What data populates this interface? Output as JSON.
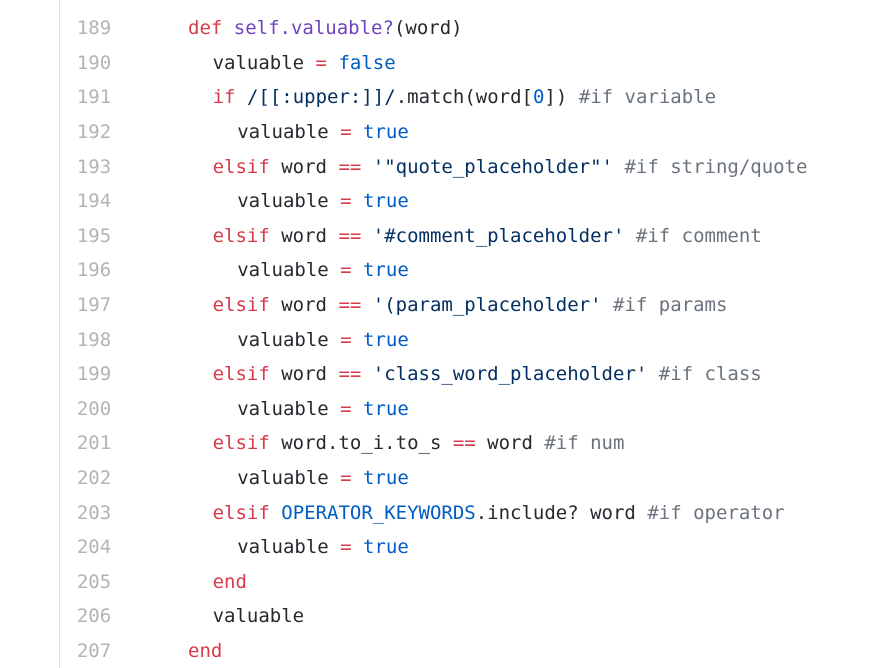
{
  "top_fragment": "───",
  "lines": [
    {
      "number": "189",
      "indent": 0,
      "tokens": [
        {
          "t": "def",
          "c": "kw"
        },
        {
          "t": " ",
          "c": "plain"
        },
        {
          "t": "self.valuable?",
          "c": "fn"
        },
        {
          "t": "(word)",
          "c": "plain"
        }
      ]
    },
    {
      "number": "190",
      "indent": 1,
      "tokens": [
        {
          "t": "valuable ",
          "c": "plain"
        },
        {
          "t": "=",
          "c": "op"
        },
        {
          "t": " ",
          "c": "plain"
        },
        {
          "t": "false",
          "c": "const"
        }
      ]
    },
    {
      "number": "191",
      "indent": 1,
      "tokens": [
        {
          "t": "if",
          "c": "kw"
        },
        {
          "t": " ",
          "c": "plain"
        },
        {
          "t": "/",
          "c": "str"
        },
        {
          "t": "[[:upper:]]",
          "c": "str"
        },
        {
          "t": "/",
          "c": "str"
        },
        {
          "t": ".match(word[",
          "c": "plain"
        },
        {
          "t": "0",
          "c": "const"
        },
        {
          "t": "]) ",
          "c": "plain"
        },
        {
          "t": "#if variable",
          "c": "cmt"
        }
      ]
    },
    {
      "number": "192",
      "indent": 2,
      "tokens": [
        {
          "t": "valuable ",
          "c": "plain"
        },
        {
          "t": "=",
          "c": "op"
        },
        {
          "t": " ",
          "c": "plain"
        },
        {
          "t": "true",
          "c": "const"
        }
      ]
    },
    {
      "number": "193",
      "indent": 1,
      "tokens": [
        {
          "t": "elsif",
          "c": "kw"
        },
        {
          "t": " word ",
          "c": "plain"
        },
        {
          "t": "==",
          "c": "op"
        },
        {
          "t": " ",
          "c": "plain"
        },
        {
          "t": "'\"quote_placeholder\"'",
          "c": "str"
        },
        {
          "t": " ",
          "c": "plain"
        },
        {
          "t": "#if string/quote",
          "c": "cmt"
        }
      ]
    },
    {
      "number": "194",
      "indent": 2,
      "tokens": [
        {
          "t": "valuable ",
          "c": "plain"
        },
        {
          "t": "=",
          "c": "op"
        },
        {
          "t": " ",
          "c": "plain"
        },
        {
          "t": "true",
          "c": "const"
        }
      ]
    },
    {
      "number": "195",
      "indent": 1,
      "tokens": [
        {
          "t": "elsif",
          "c": "kw"
        },
        {
          "t": " word ",
          "c": "plain"
        },
        {
          "t": "==",
          "c": "op"
        },
        {
          "t": " ",
          "c": "plain"
        },
        {
          "t": "'#comment_placeholder'",
          "c": "str"
        },
        {
          "t": " ",
          "c": "plain"
        },
        {
          "t": "#if comment",
          "c": "cmt"
        }
      ]
    },
    {
      "number": "196",
      "indent": 2,
      "tokens": [
        {
          "t": "valuable ",
          "c": "plain"
        },
        {
          "t": "=",
          "c": "op"
        },
        {
          "t": " ",
          "c": "plain"
        },
        {
          "t": "true",
          "c": "const"
        }
      ]
    },
    {
      "number": "197",
      "indent": 1,
      "tokens": [
        {
          "t": "elsif",
          "c": "kw"
        },
        {
          "t": " word ",
          "c": "plain"
        },
        {
          "t": "==",
          "c": "op"
        },
        {
          "t": " ",
          "c": "plain"
        },
        {
          "t": "'(param_placeholder'",
          "c": "str"
        },
        {
          "t": " ",
          "c": "plain"
        },
        {
          "t": "#if params",
          "c": "cmt"
        }
      ]
    },
    {
      "number": "198",
      "indent": 2,
      "tokens": [
        {
          "t": "valuable ",
          "c": "plain"
        },
        {
          "t": "=",
          "c": "op"
        },
        {
          "t": " ",
          "c": "plain"
        },
        {
          "t": "true",
          "c": "const"
        }
      ]
    },
    {
      "number": "199",
      "indent": 1,
      "tokens": [
        {
          "t": "elsif",
          "c": "kw"
        },
        {
          "t": " word ",
          "c": "plain"
        },
        {
          "t": "==",
          "c": "op"
        },
        {
          "t": " ",
          "c": "plain"
        },
        {
          "t": "'class_word_placeholder'",
          "c": "str"
        },
        {
          "t": " ",
          "c": "plain"
        },
        {
          "t": "#if class",
          "c": "cmt"
        }
      ]
    },
    {
      "number": "200",
      "indent": 2,
      "tokens": [
        {
          "t": "valuable ",
          "c": "plain"
        },
        {
          "t": "=",
          "c": "op"
        },
        {
          "t": " ",
          "c": "plain"
        },
        {
          "t": "true",
          "c": "const"
        }
      ]
    },
    {
      "number": "201",
      "indent": 1,
      "tokens": [
        {
          "t": "elsif",
          "c": "kw"
        },
        {
          "t": " word.to_i.to_s ",
          "c": "plain"
        },
        {
          "t": "==",
          "c": "op"
        },
        {
          "t": " word ",
          "c": "plain"
        },
        {
          "t": "#if num",
          "c": "cmt"
        }
      ]
    },
    {
      "number": "202",
      "indent": 2,
      "tokens": [
        {
          "t": "valuable ",
          "c": "plain"
        },
        {
          "t": "=",
          "c": "op"
        },
        {
          "t": " ",
          "c": "plain"
        },
        {
          "t": "true",
          "c": "const"
        }
      ]
    },
    {
      "number": "203",
      "indent": 1,
      "tokens": [
        {
          "t": "elsif",
          "c": "kw"
        },
        {
          "t": " ",
          "c": "plain"
        },
        {
          "t": "OPERATOR_KEYWORDS",
          "c": "const"
        },
        {
          "t": ".include? word ",
          "c": "plain"
        },
        {
          "t": "#if operator",
          "c": "cmt"
        }
      ]
    },
    {
      "number": "204",
      "indent": 2,
      "tokens": [
        {
          "t": "valuable ",
          "c": "plain"
        },
        {
          "t": "=",
          "c": "op"
        },
        {
          "t": " ",
          "c": "plain"
        },
        {
          "t": "true",
          "c": "const"
        }
      ]
    },
    {
      "number": "205",
      "indent": 1,
      "tokens": [
        {
          "t": "end",
          "c": "kw"
        }
      ]
    },
    {
      "number": "206",
      "indent": 1,
      "tokens": [
        {
          "t": "valuable",
          "c": "plain"
        }
      ]
    },
    {
      "number": "207",
      "indent": 0,
      "tokens": [
        {
          "t": "end",
          "c": "kw"
        }
      ]
    }
  ]
}
